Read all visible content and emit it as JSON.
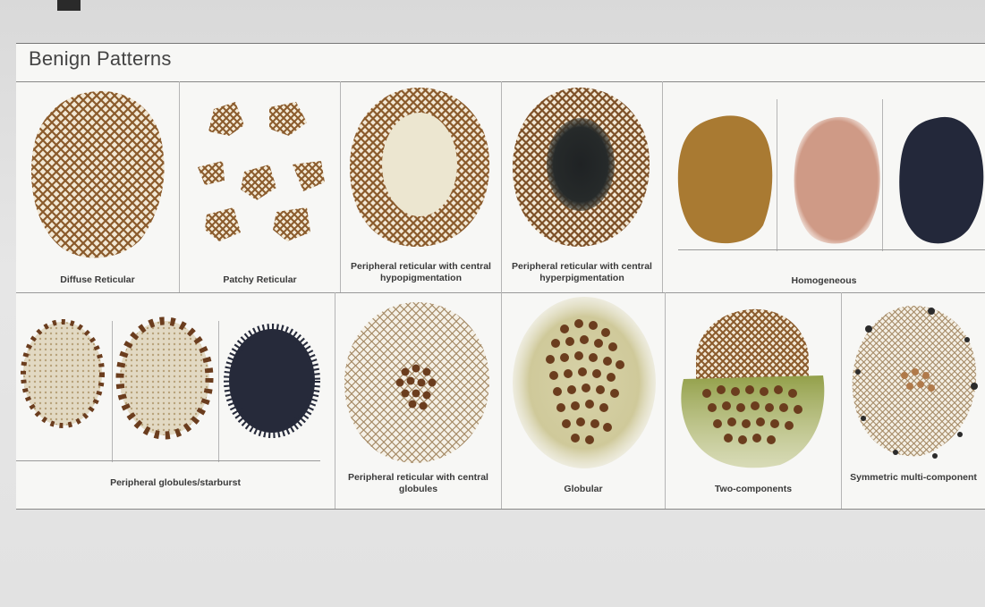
{
  "figure": {
    "title": "Benign Patterns",
    "patterns": [
      {
        "key": "diffuse_reticular",
        "label": "Diffuse Reticular"
      },
      {
        "key": "patchy_reticular",
        "label": "Patchy Reticular"
      },
      {
        "key": "peripheral_hypo",
        "label": "Peripheral reticular with central hypopigmentation"
      },
      {
        "key": "peripheral_hyper",
        "label": "Peripheral reticular with central hyperpigmentation"
      },
      {
        "key": "homogeneous",
        "label": "Homogeneous"
      },
      {
        "key": "peripheral_globules",
        "label": "Peripheral globules/starburst"
      },
      {
        "key": "peripheral_central_globules",
        "label": "Peripheral reticular with central globules"
      },
      {
        "key": "globular",
        "label": "Globular"
      },
      {
        "key": "two_components",
        "label": "Two-components"
      },
      {
        "key": "symmetric_multi",
        "label": "Symmetric multi-component"
      }
    ],
    "colors": {
      "network_brown": "#8a5a2b",
      "tan_fill": "#d9c7a2",
      "hypopigmented_center": "#ece6d0",
      "hyperpigmented_center": "#1f2224",
      "homogeneous_brown": "#a97a32",
      "homogeneous_pink": "#cf9a86",
      "homogeneous_navy": "#23283a",
      "globule_brown": "#6b3d1e",
      "olive_green": "#93a04a",
      "starburst_navy": "#262a3a"
    }
  }
}
